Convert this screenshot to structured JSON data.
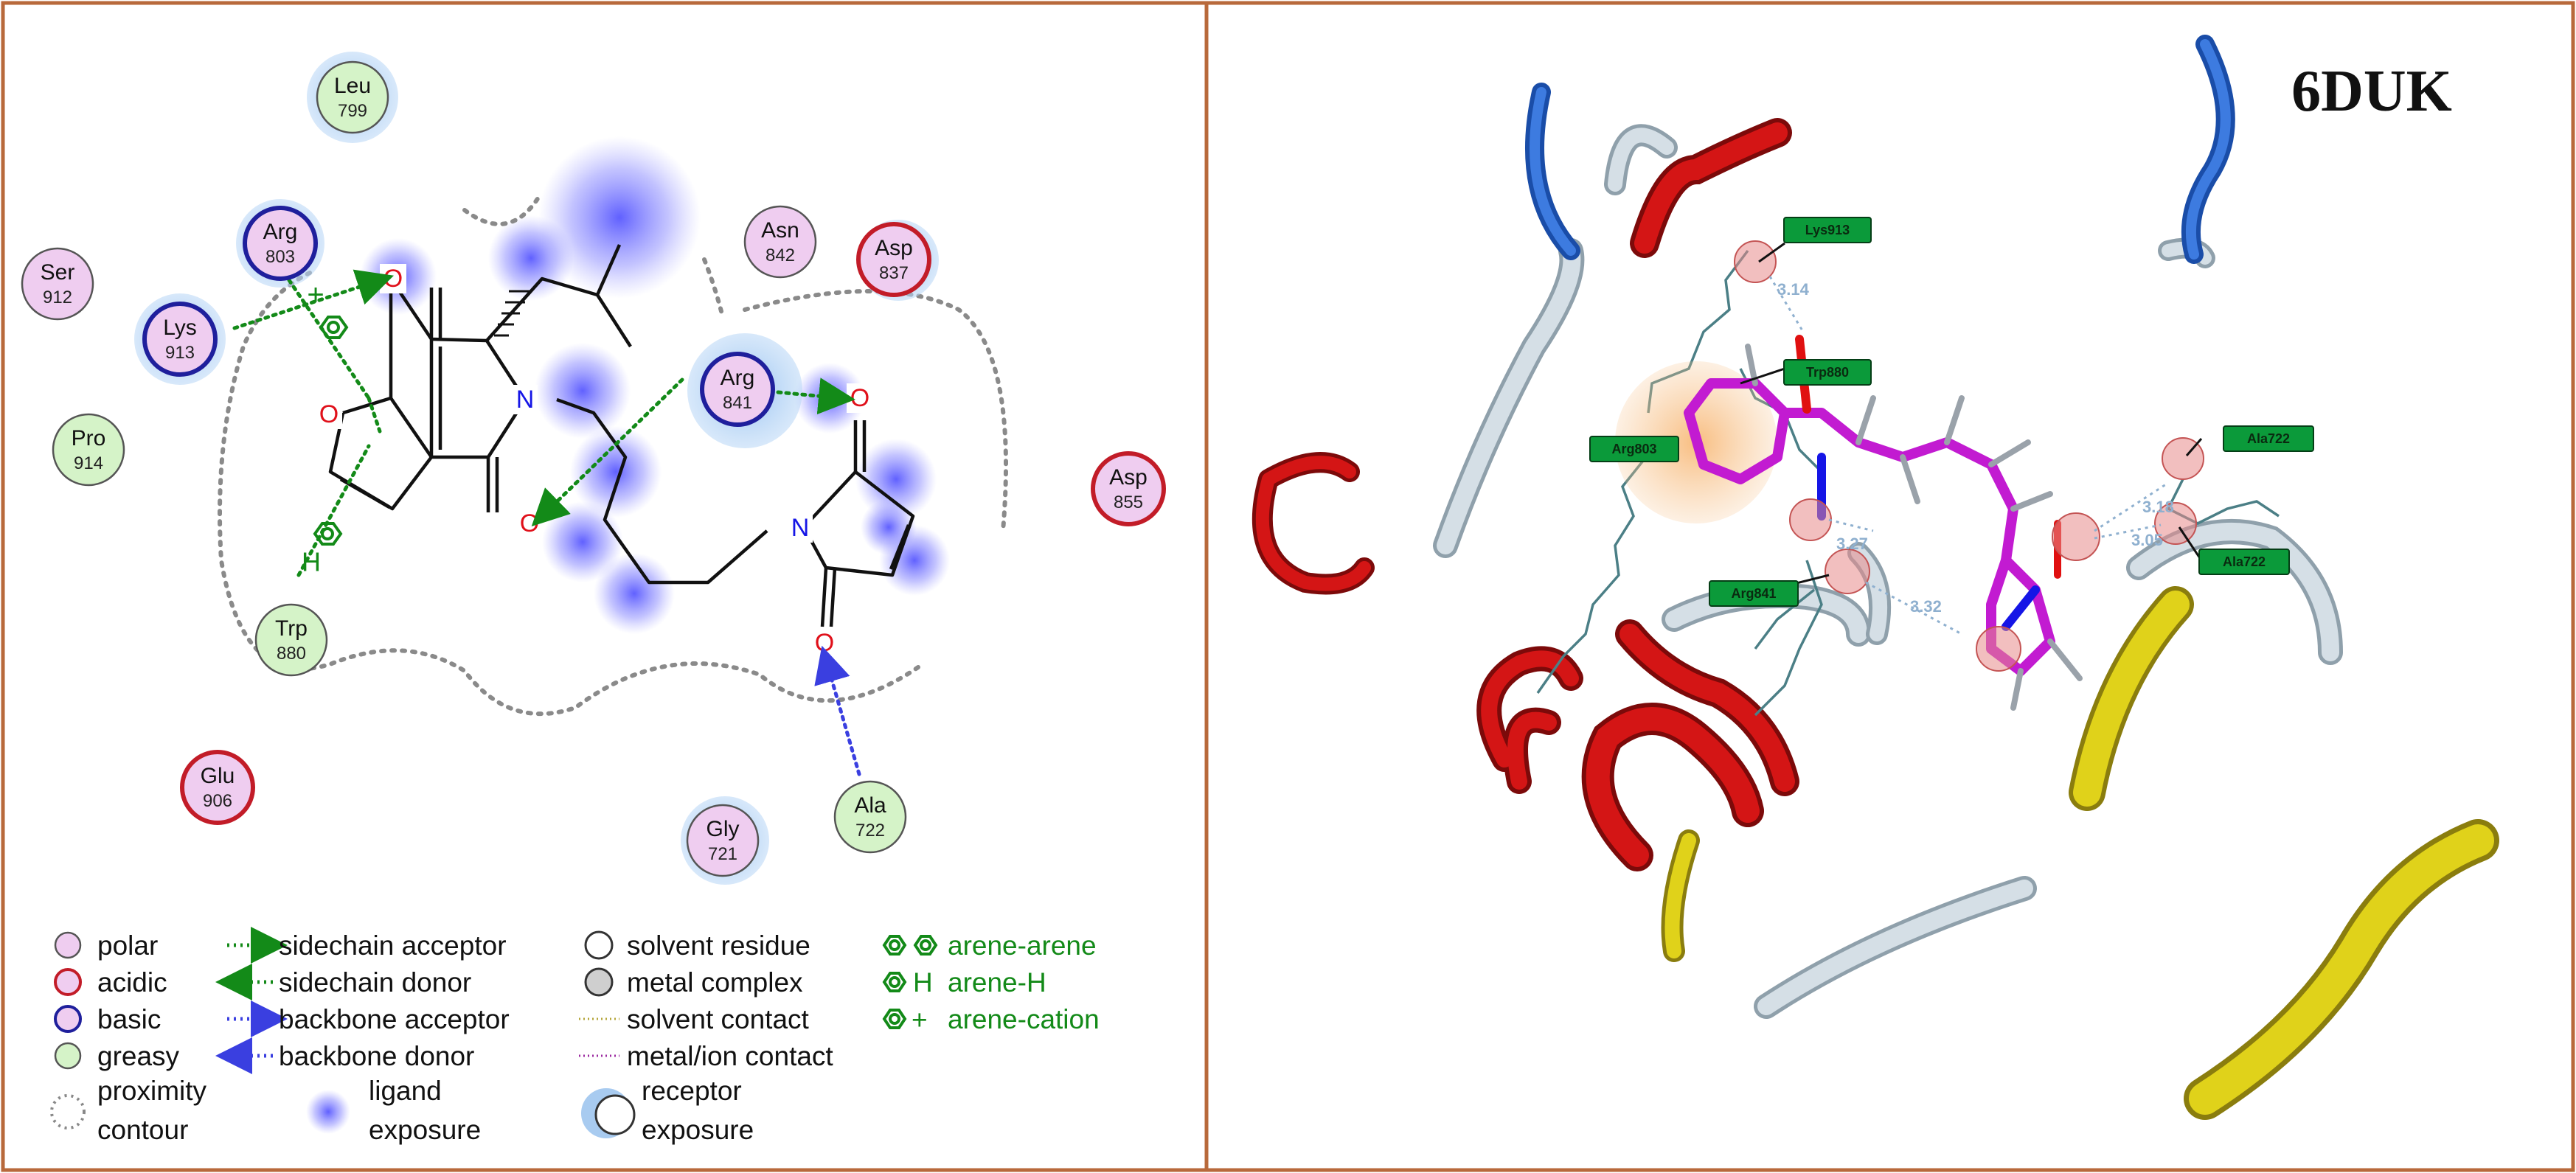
{
  "figure_title": "6DUK",
  "colors": {
    "frame": "#b8693b",
    "polar_fill": "#efcdf0",
    "acidic_ring": "#c21c28",
    "basic_ring": "#1f1f9c",
    "greasy_fill": "#d5f3c8",
    "hbond_green": "#138a18",
    "hbond_blue": "#3a3fe0",
    "ligand_exposure": "#6b6bff",
    "receptor_exposure": "#a8cbf0",
    "helix_red": "#d41515",
    "strand_yellow": "#e0d21a",
    "coil_grey": "#c8d4dc",
    "ligand_magenta": "#c21bd1",
    "label_green": "#0b9a3a"
  },
  "residues_2d": [
    {
      "id": "leu799",
      "name": "Leu",
      "num": "799",
      "type": "greasy",
      "exposure": true
    },
    {
      "id": "arg803",
      "name": "Arg",
      "num": "803",
      "type": "basic",
      "exposure": true
    },
    {
      "id": "ser912",
      "name": "Ser",
      "num": "912",
      "type": "polar",
      "exposure": false
    },
    {
      "id": "lys913",
      "name": "Lys",
      "num": "913",
      "type": "basic",
      "exposure": true
    },
    {
      "id": "pro914",
      "name": "Pro",
      "num": "914",
      "type": "greasy",
      "exposure": false
    },
    {
      "id": "asn842",
      "name": "Asn",
      "num": "842",
      "type": "polar",
      "exposure": false
    },
    {
      "id": "asp837",
      "name": "Asp",
      "num": "837",
      "type": "acidic",
      "exposure": true
    },
    {
      "id": "arg841",
      "name": "Arg",
      "num": "841",
      "type": "basic",
      "exposure": true
    },
    {
      "id": "asp855",
      "name": "Asp",
      "num": "855",
      "type": "acidic",
      "exposure": false
    },
    {
      "id": "trp880",
      "name": "Trp",
      "num": "880",
      "type": "greasy",
      "exposure": false
    },
    {
      "id": "glu906",
      "name": "Glu",
      "num": "906",
      "type": "acidic",
      "exposure": false
    },
    {
      "id": "gly721",
      "name": "Gly",
      "num": "721",
      "type": "polar",
      "exposure": true
    },
    {
      "id": "ala722",
      "name": "Ala",
      "num": "722",
      "type": "greasy",
      "exposure": false
    }
  ],
  "atoms": {
    "o_top": "O",
    "o_ring": "O",
    "o_bottom": "O",
    "o_mal_top": "O",
    "o_mal_bottom": "O",
    "n_ring": "N",
    "n_mal": "N",
    "h_arene": "H",
    "plus_cation": "+"
  },
  "legend": [
    {
      "id": "polar",
      "text": "polar"
    },
    {
      "id": "acidic",
      "text": "acidic"
    },
    {
      "id": "basic",
      "text": "basic"
    },
    {
      "id": "greasy",
      "text": "greasy"
    },
    {
      "id": "proximity1",
      "text": "proximity"
    },
    {
      "id": "proximity2",
      "text": "contour"
    },
    {
      "id": "sc_acc",
      "text": "sidechain acceptor"
    },
    {
      "id": "sc_don",
      "text": "sidechain donor"
    },
    {
      "id": "bb_acc",
      "text": "backbone acceptor"
    },
    {
      "id": "bb_don",
      "text": "backbone donor"
    },
    {
      "id": "lig_exp1",
      "text": "ligand"
    },
    {
      "id": "lig_exp2",
      "text": "exposure"
    },
    {
      "id": "solvent_res",
      "text": "solvent residue"
    },
    {
      "id": "metal_complex",
      "text": "metal complex"
    },
    {
      "id": "solvent_contact",
      "text": "solvent contact"
    },
    {
      "id": "metal_contact",
      "text": "metal/ion contact"
    },
    {
      "id": "rec_exp1",
      "text": "receptor"
    },
    {
      "id": "rec_exp2",
      "text": "exposure"
    },
    {
      "id": "arene_arene",
      "text": "arene-arene"
    },
    {
      "id": "arene_h",
      "text": "arene-H"
    },
    {
      "id": "arene_cation",
      "text": "arene-cation"
    },
    {
      "id": "arene_h_symbol",
      "text": "H"
    },
    {
      "id": "arene_cation_symbol",
      "text": "+"
    }
  ],
  "labels_3d": [
    {
      "id": "lys913",
      "text": "Lys913"
    },
    {
      "id": "trp880",
      "text": "Trp880"
    },
    {
      "id": "arg803",
      "text": "Arg803"
    },
    {
      "id": "ala722a",
      "text": "Ala722"
    },
    {
      "id": "ala722b",
      "text": "Ala722"
    },
    {
      "id": "arg841",
      "text": "Arg841"
    }
  ],
  "distances_3d": [
    {
      "id": "d1",
      "text": "3.14"
    },
    {
      "id": "d2",
      "text": "3.32"
    },
    {
      "id": "d3",
      "text": "3.27"
    },
    {
      "id": "d4",
      "text": "3.18"
    },
    {
      "id": "d5",
      "text": "3.05"
    }
  ]
}
